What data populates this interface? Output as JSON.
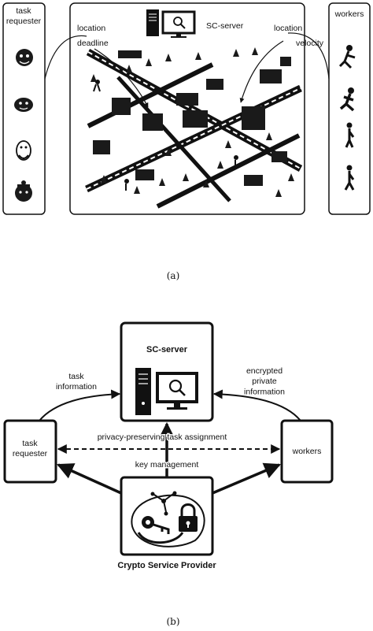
{
  "figure_a": {
    "requester_title": "task\nrequester",
    "workers_title": "workers",
    "server_label": "SC-server",
    "label_location_left": "location",
    "label_deadline": "deadline",
    "label_location_right": "location",
    "label_velocity": "velocity",
    "caption": "(a)"
  },
  "figure_b": {
    "server_label": "SC-server",
    "task_information": "task\ninformation",
    "encrypted_info": "encrypted\nprivate\ninformation",
    "requester_label": "task\nrequester",
    "workers_label": "workers",
    "privacy_assignment": "privacy-preserving task assignment",
    "key_management": "key management",
    "csp_label": "Crypto Service Provider",
    "caption": "(b)"
  }
}
